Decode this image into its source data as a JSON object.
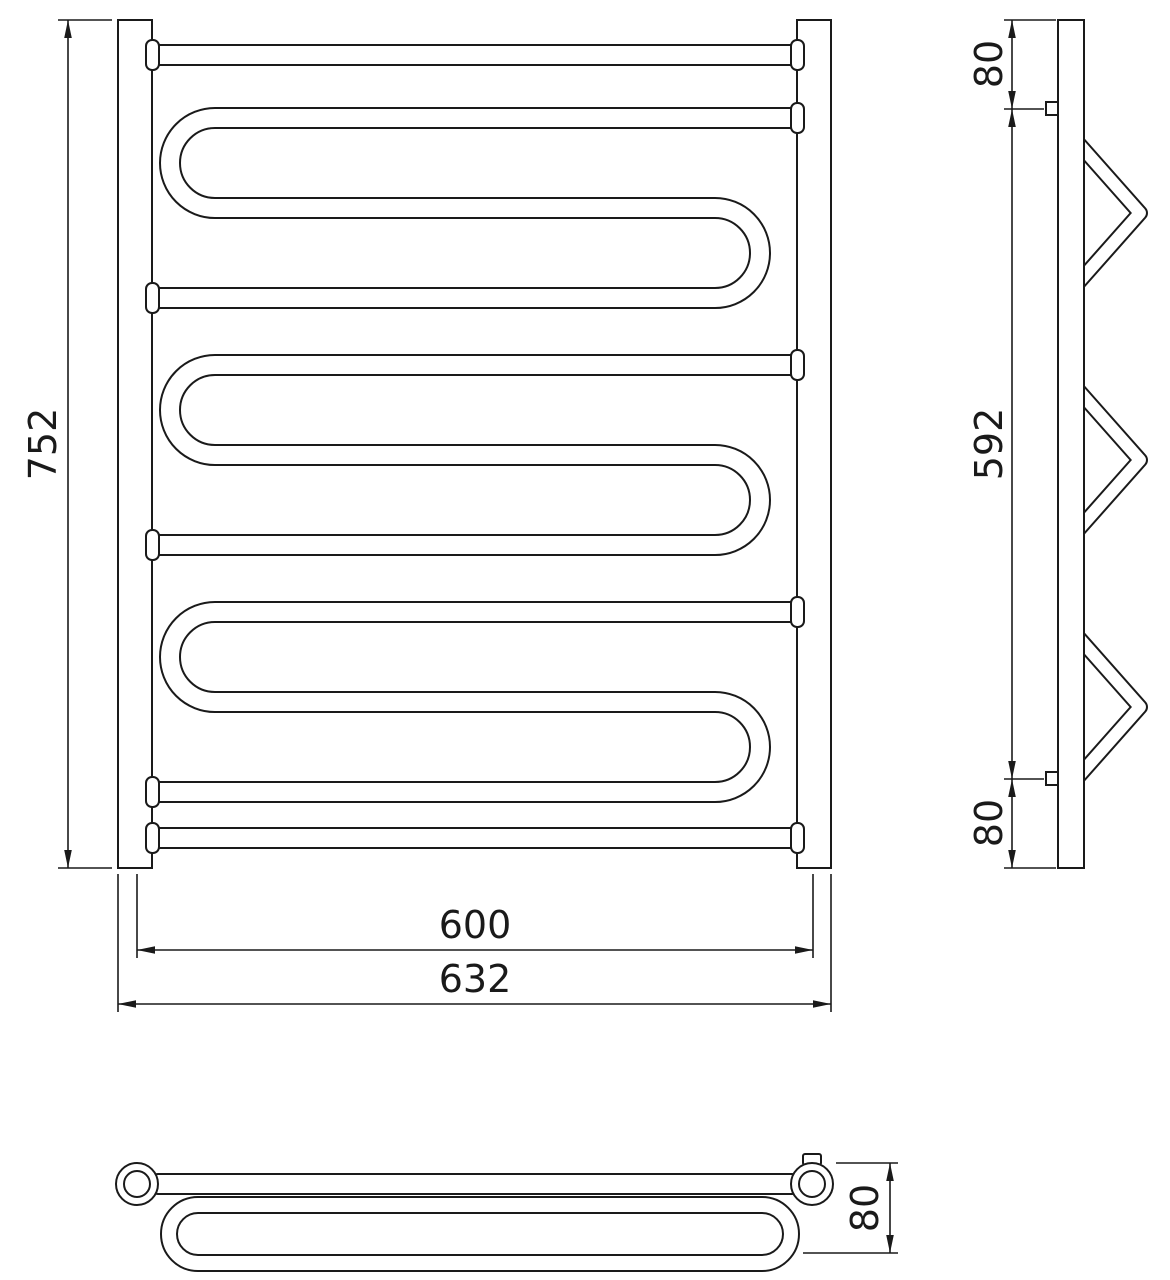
{
  "drawing": {
    "background": "#ffffff",
    "line_color": "#1a1a1a",
    "front_view": {
      "height_label": "752",
      "inner_width_label": "600",
      "overall_width_label": "632"
    },
    "side_view": {
      "top_offset_label": "80",
      "span_label": "592",
      "bottom_offset_label": "80"
    },
    "top_view": {
      "depth_label": "80"
    }
  }
}
